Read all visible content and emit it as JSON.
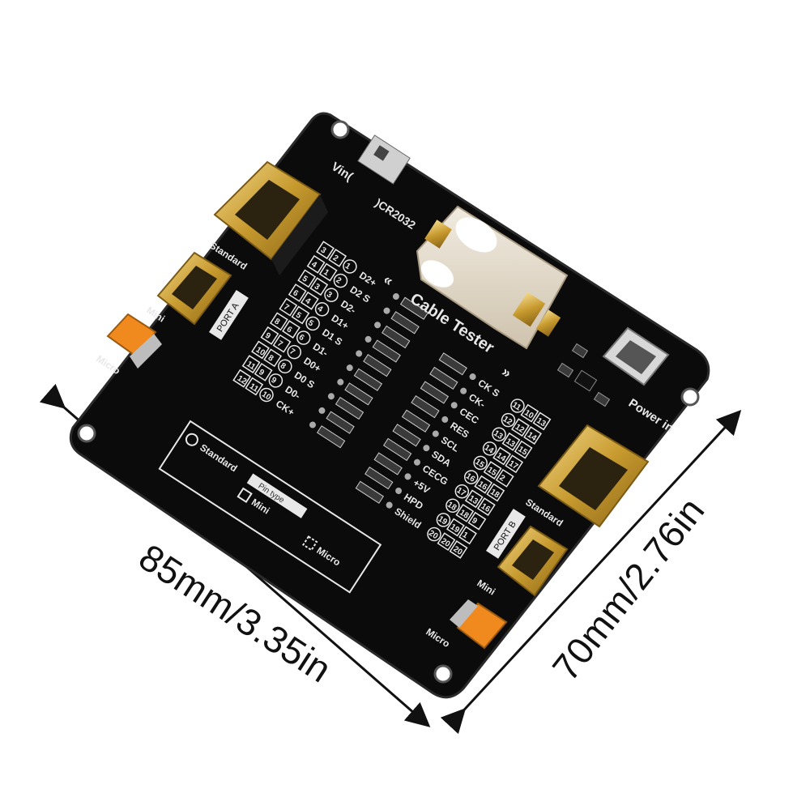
{
  "board": {
    "title": "Cable Tester",
    "battery_label": "CR2032",
    "vin_label": "Vin",
    "power_in_label": "Power in",
    "port_a_label": "PORT A",
    "port_b_label": "PORT B",
    "connectors_a": [
      "Standard",
      "Mini",
      "Micro"
    ],
    "connectors_b": [
      "Standard",
      "Mini",
      "Micro"
    ],
    "legend_title": "Pin type",
    "legend_items": [
      "Standard",
      "Mini",
      "Micro"
    ],
    "signals_left": [
      "D2+",
      "D2 S",
      "D2-",
      "D1+",
      "D1 S",
      "D1-",
      "D0+",
      "D0 S",
      "D0-",
      "CK+"
    ],
    "signals_right": [
      "CK S",
      "CK-",
      "CEC",
      "RES",
      "SCL",
      "SDA",
      "CECG",
      "+5V",
      "HPD",
      "Shield"
    ],
    "pins_left": [
      [
        "3",
        "2",
        "1"
      ],
      [
        "4",
        "1",
        "2"
      ],
      [
        "5",
        "3",
        "3"
      ],
      [
        "6",
        "4",
        "4"
      ],
      [
        "7",
        "5",
        "5"
      ],
      [
        "8",
        "6",
        "6"
      ],
      [
        "9",
        "7",
        "7"
      ],
      [
        "10",
        "8",
        "8"
      ],
      [
        "11",
        "9",
        "9"
      ],
      [
        "12",
        "11",
        "10"
      ]
    ],
    "pins_right": [
      [
        "11",
        "10",
        "13"
      ],
      [
        "12",
        "12",
        "14"
      ],
      [
        "13",
        "13",
        "15"
      ],
      [
        "14",
        "14",
        "17"
      ],
      [
        "15",
        "15",
        "2"
      ],
      [
        "16",
        "16",
        "18"
      ],
      [
        "17",
        "13",
        "16"
      ],
      [
        "18",
        "18",
        "9"
      ],
      [
        "19",
        "19",
        "1"
      ],
      [
        "20",
        "20",
        "20"
      ]
    ],
    "arrows_top": "«",
    "arrows_mid": "»",
    "colors": {
      "pcb": "#0b0b0b",
      "gold": "#c9a23a",
      "silk": "#e8e8e8",
      "holder": "#e6dccb",
      "orange": "#f08a1e"
    }
  },
  "dimensions": {
    "width": "85mm/3.35in",
    "height": "70mm/2.76in"
  }
}
